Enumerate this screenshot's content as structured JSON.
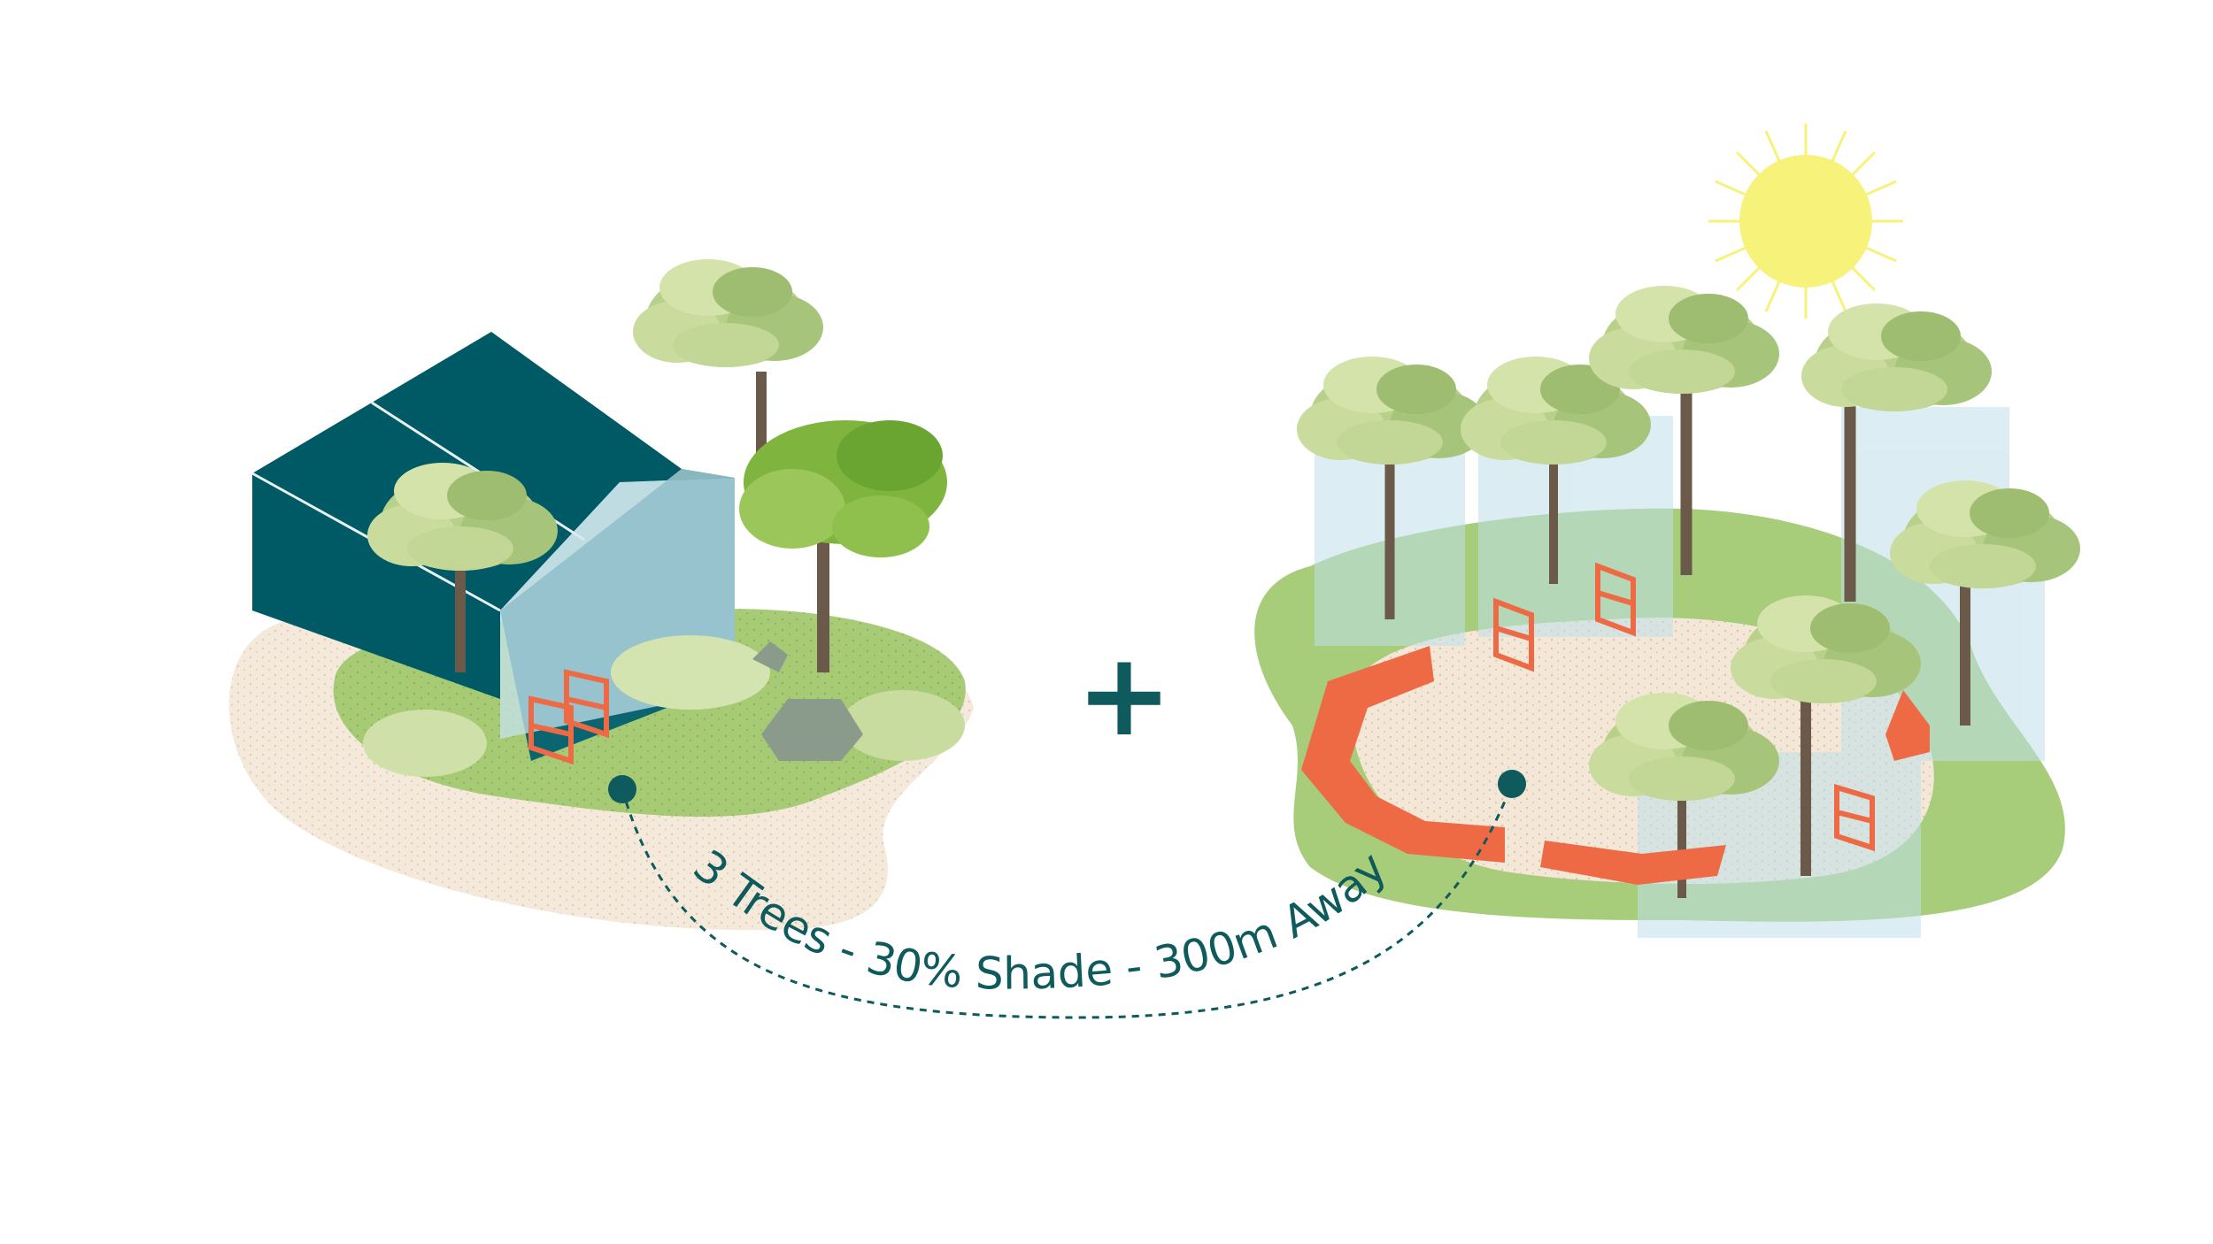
{
  "label": {
    "text": "3 Trees - 30% Shade - 300m Away"
  },
  "plus_sign": "+",
  "colors": {
    "accent": "#0e5a5c",
    "building": "#005a65",
    "seating": "#ee6a45",
    "lawn": "#9cc26a",
    "sand": "#f6eadc",
    "shade": "#bfe0ea",
    "sun": "#f7f27a"
  },
  "icons": {
    "left_scene": [
      "building",
      "tree",
      "tree",
      "tree",
      "chair",
      "chair",
      "shrub",
      "rock"
    ],
    "right_scene": [
      "sun",
      "tree",
      "tree",
      "tree",
      "tree",
      "tree",
      "tree",
      "tree",
      "bench",
      "chair",
      "chair",
      "chair"
    ]
  }
}
